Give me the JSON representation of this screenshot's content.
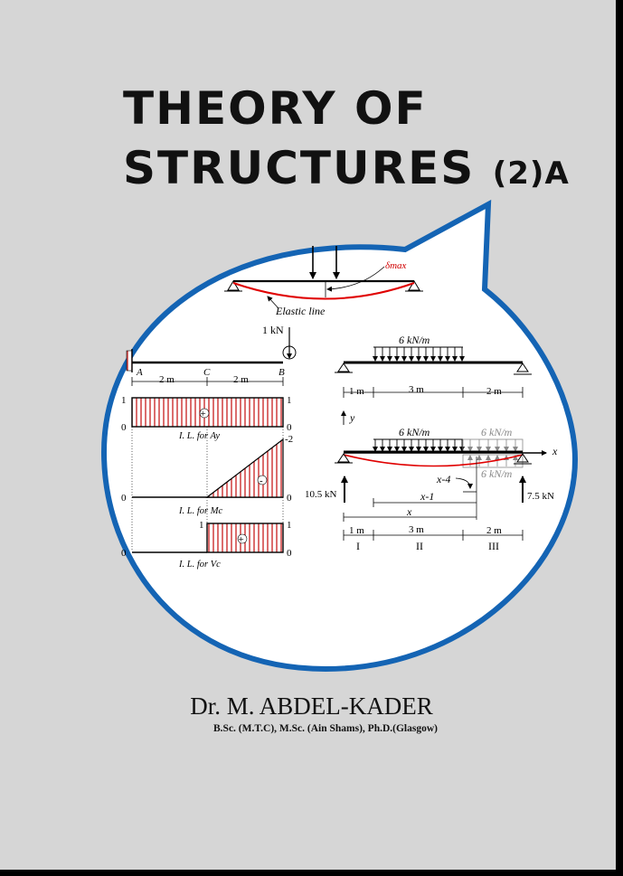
{
  "cover": {
    "title_line1": "THEORY OF",
    "title_line2": "STRUCTURES",
    "title_suffix": "(2)A",
    "author": "Dr. M. ABDEL-KADER",
    "degrees": "B.Sc. (M.T.C), M.Sc. (Ain Shams), Ph.D.(Glasgow)"
  },
  "figure_top": {
    "delta_label": "δmax",
    "elastic_line_label": "Elastic line"
  },
  "figure_left": {
    "load_label": "1 kN",
    "point_a": "A",
    "point_c": "C",
    "point_b": "B",
    "span_ac": "2 m",
    "span_cb": "2 m",
    "ila": {
      "left_value": "1",
      "right_value": "1",
      "zero_left": "0",
      "zero_right": "0",
      "sign": "+",
      "caption": "I. L.  for Ay"
    },
    "ilmc": {
      "peak_value": "-2",
      "zero_left": "0",
      "zero_right": "0",
      "sign": "-",
      "caption": "I. L.  for Mc"
    },
    "ilvc": {
      "left_value": "1",
      "right_value": "1",
      "zero_left": "0",
      "zero_right": "0",
      "sign": "+",
      "caption": "I. L.  for Vc"
    }
  },
  "figure_right": {
    "udl_label": "6 kN/m",
    "dim_1": "1 m",
    "dim_2": "3 m",
    "dim_3": "2 m",
    "axis_y": "y",
    "axis_x": "x",
    "udl_label_b": "6 kN/m",
    "udl_ghost_top": "6 kN/m",
    "udl_ghost_bottom": "6 kN/m",
    "reaction_left": "10.5 kN",
    "reaction_right": "7.5 kN",
    "x_minus_4": "x-4",
    "x_minus_1": "x-1",
    "x_label": "x",
    "dim_1b": "1 m",
    "dim_2b": "3 m",
    "dim_3b": "2 m",
    "region_1": "I",
    "region_2": "II",
    "region_3": "III"
  },
  "colors": {
    "bubble_border": "#1464b4",
    "elastic": "#e00000",
    "hatch": "#c81e1e"
  }
}
